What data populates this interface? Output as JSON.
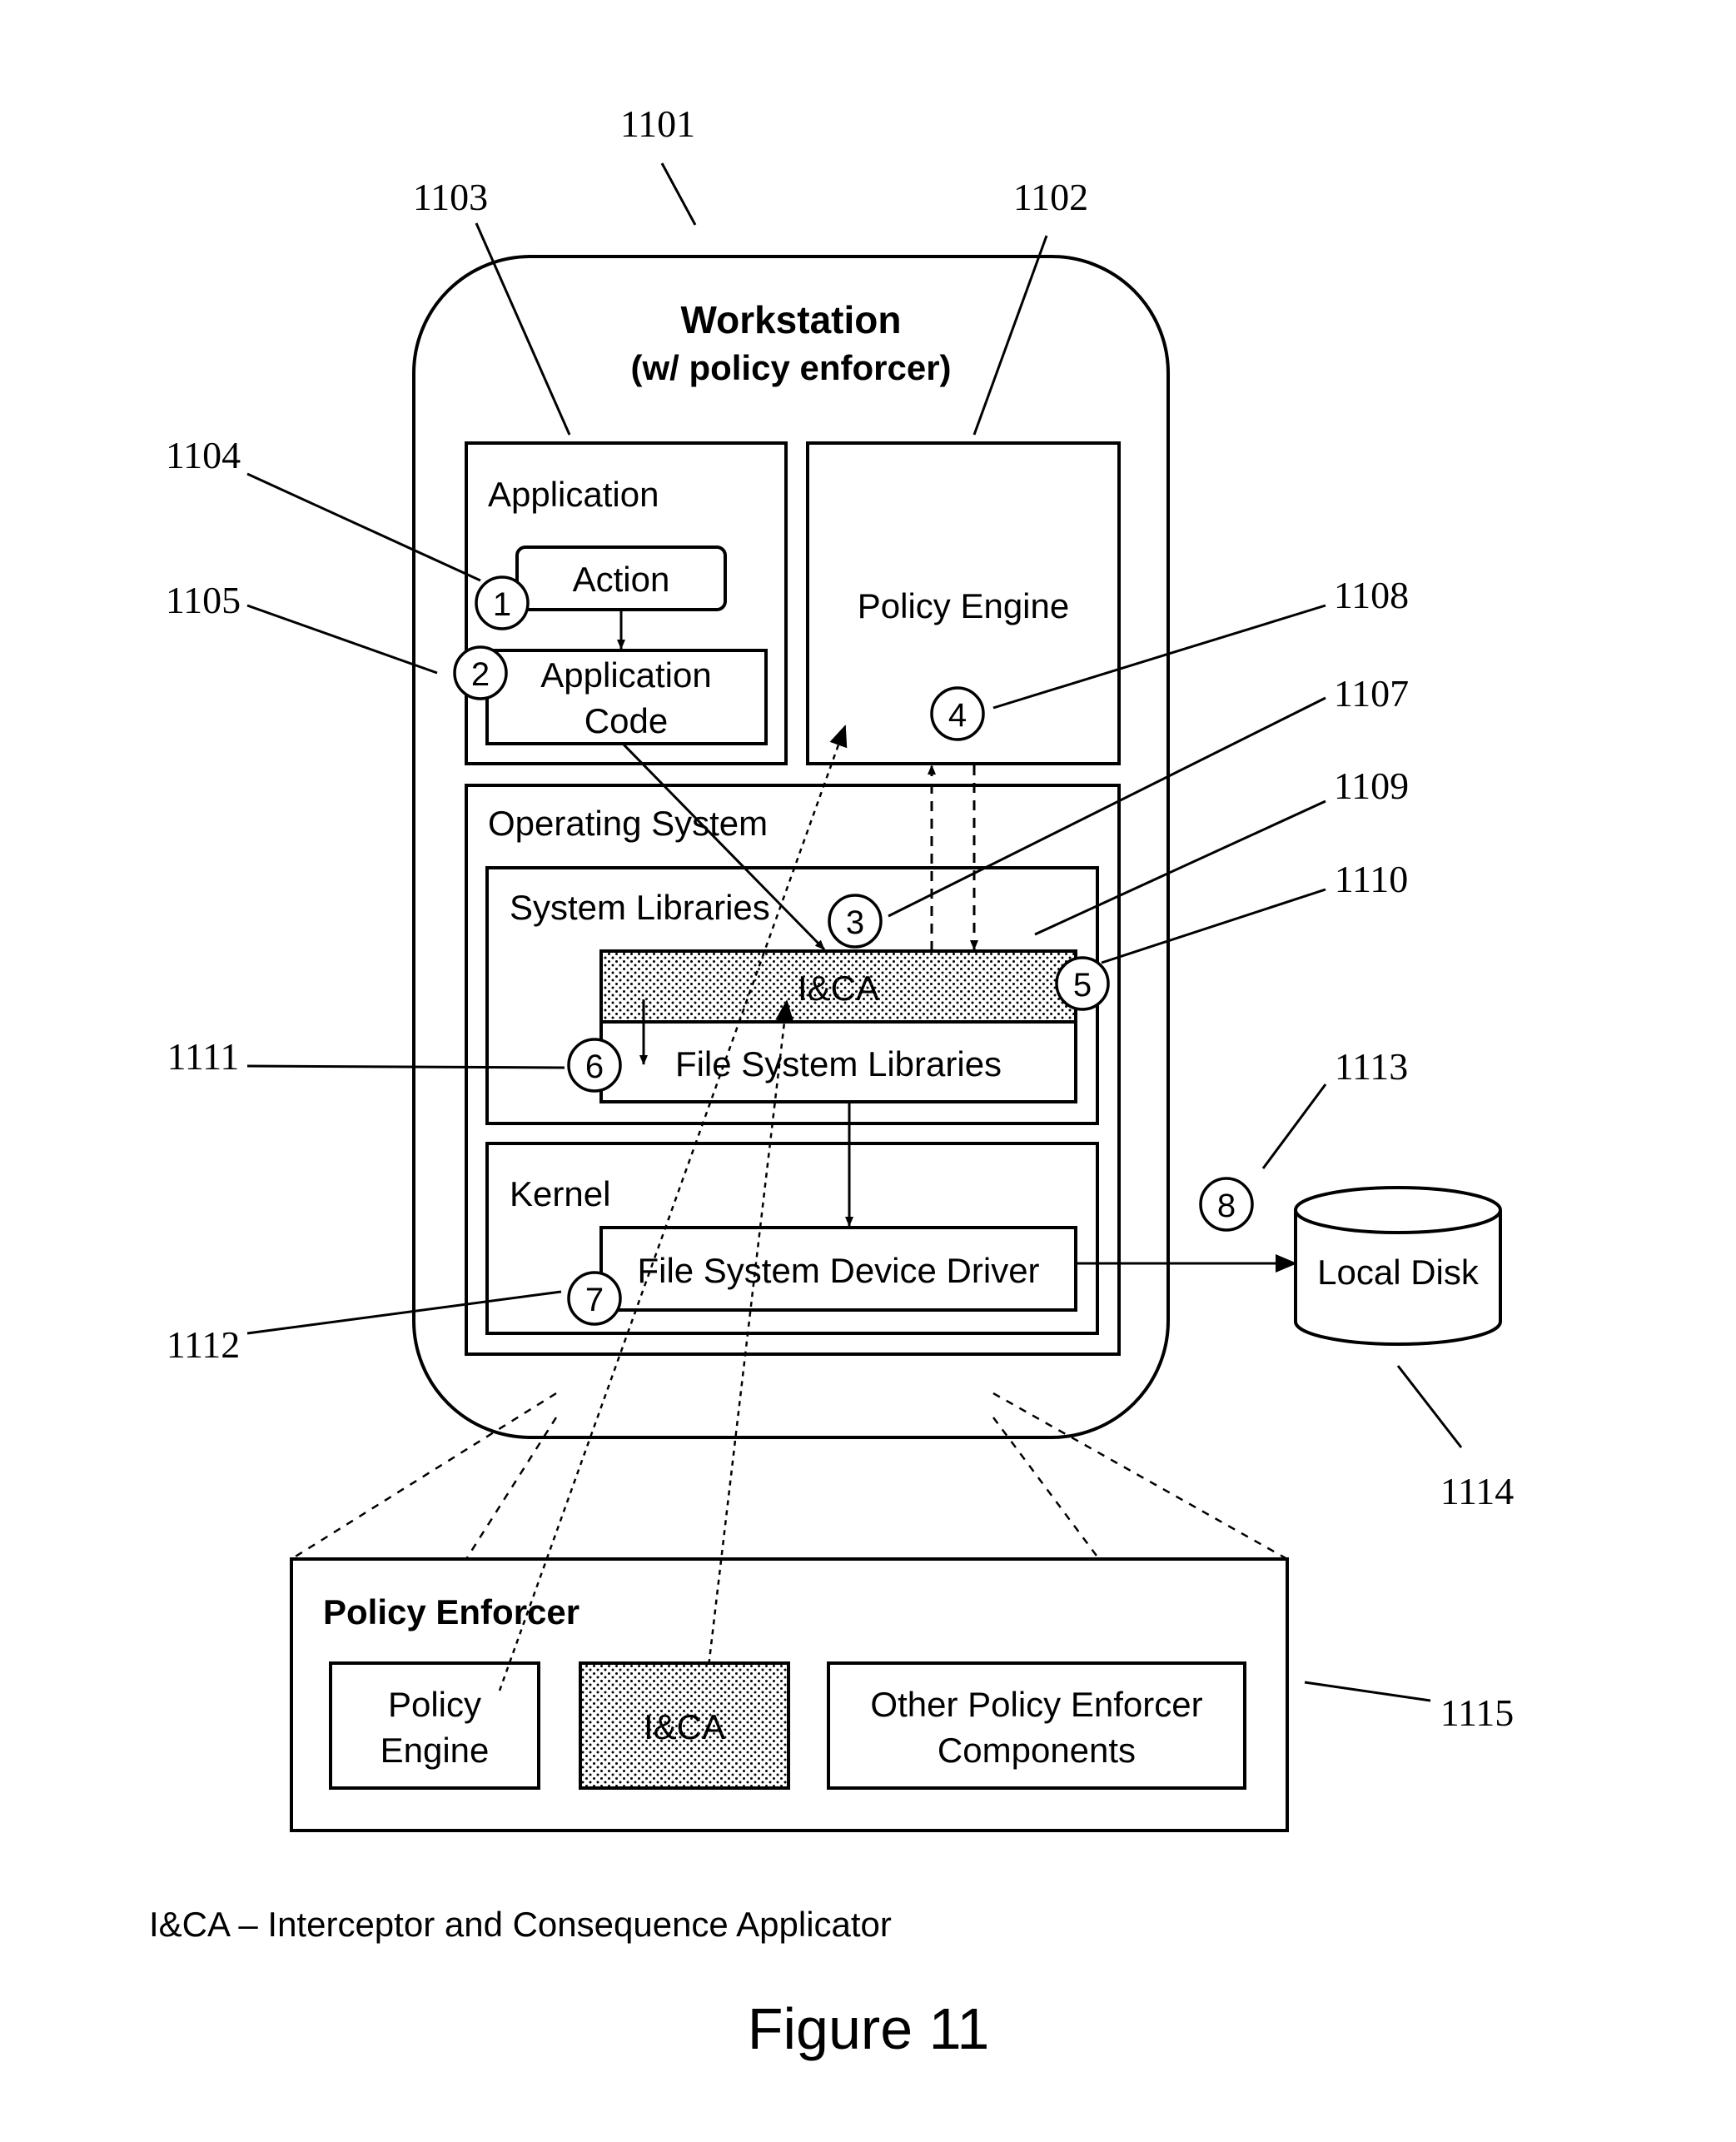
{
  "colors": {
    "ink": "#000000",
    "paper": "#ffffff"
  },
  "workstation": {
    "title": "Workstation",
    "subtitle": "(w/ policy enforcer)",
    "ref": "1101"
  },
  "application": {
    "label": "Application",
    "ref": "1103",
    "action": {
      "label": "Action",
      "ref": "1104",
      "step": "1"
    },
    "code": {
      "line1": "Application",
      "line2": "Code",
      "ref": "1105",
      "step": "2"
    }
  },
  "policy_engine": {
    "label": "Policy Engine",
    "ref": "1102",
    "step": "4",
    "step_ref": "1108"
  },
  "operating_system": {
    "label": "Operating System",
    "system_libraries": {
      "label": "System Libraries",
      "step": "3",
      "step_ref": "1107",
      "ref": "1109"
    },
    "icca": {
      "label": "I&CA",
      "step": "5",
      "step_ref": "1110"
    },
    "fs_libraries": {
      "label": "File System Libraries",
      "step": "6",
      "step_ref": "1111"
    },
    "kernel": {
      "label": "Kernel"
    },
    "fs_driver": {
      "label": "File System Device Driver",
      "step": "7",
      "step_ref": "1112"
    }
  },
  "local_disk": {
    "label": "Local Disk",
    "step": "8",
    "step_ref": "1113",
    "ref": "1114"
  },
  "policy_enforcer": {
    "title": "Policy Enforcer",
    "ref": "1115",
    "policy_engine": {
      "line1": "Policy",
      "line2": "Engine"
    },
    "icca": {
      "label": "I&CA"
    },
    "other": {
      "line1": "Other Policy Enforcer",
      "line2": "Components"
    }
  },
  "legend": "I&CA – Interceptor  and Consequence Applicator",
  "figure_caption": "Figure 11"
}
